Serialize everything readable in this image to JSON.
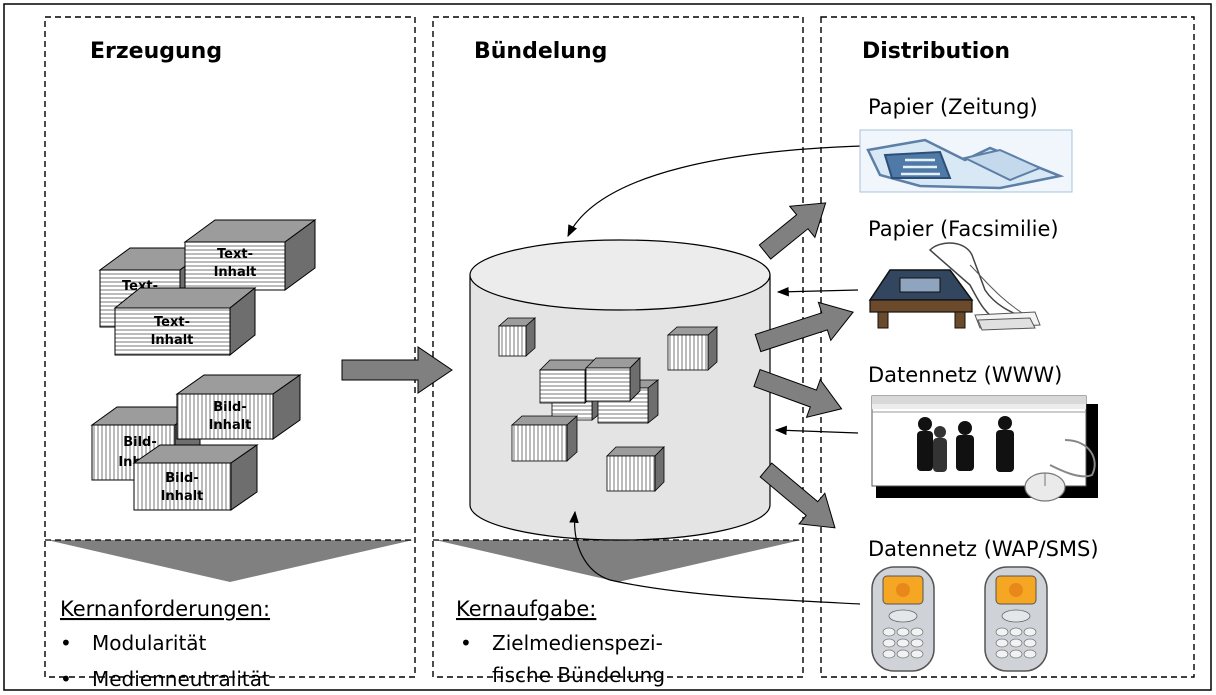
{
  "sections": {
    "erzeugung": {
      "title": "Erzeugung",
      "heading": "Kernanforderungen:",
      "bullets": [
        "Modularität",
        "Medienneutralität"
      ]
    },
    "buendelung": {
      "title": "Bündelung",
      "heading": "Kernaufgabe:",
      "bullets": [
        "Zielmedienspezi-",
        "fische Bündelung"
      ]
    },
    "distribution": {
      "title": "Distribution",
      "channels": [
        "Papier (Zeitung)",
        "Papier (Facsimilie)",
        "Datennetz (WWW)",
        "Datennetz (WAP/SMS)"
      ]
    }
  },
  "content_boxes": {
    "text_1": [
      "Text-",
      "Inhalt"
    ],
    "text_2": [
      "Text-",
      ""
    ],
    "text_3": [
      "Text-",
      "Inhalt"
    ],
    "bild_1": [
      "Bild-",
      "Inhalt"
    ],
    "bild_2": [
      "Bild-",
      "Inh"
    ],
    "bild_3": [
      "Bild-",
      "Inhalt"
    ]
  },
  "colors": {
    "arrow_fill": "#808080",
    "cylinder_fill": "#e6e6e6",
    "box_front": "#ffffff",
    "box_side": "#6e6e6e",
    "box_top": "#9c9c9c",
    "phone_screen": "#f5a623"
  }
}
